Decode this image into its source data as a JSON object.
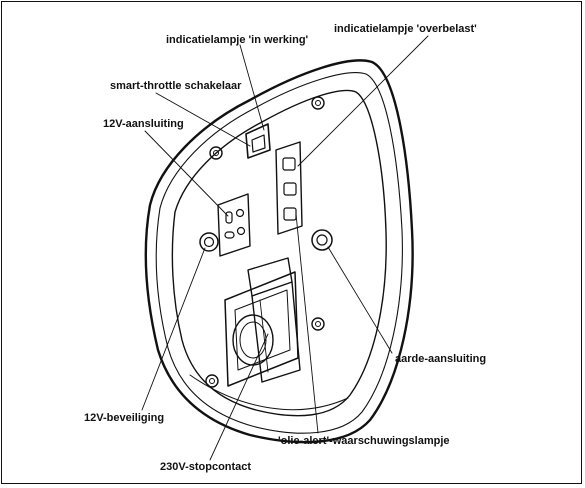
{
  "labels": {
    "indicator_in_operation": "indicatielampje 'in werking'",
    "indicator_overload": "indicatielampje 'overbelast'",
    "smart_throttle_switch": "smart-throttle schakelaar",
    "dc_12v_connection": "12V-aansluiting",
    "earth_connection": "aarde-aansluiting",
    "dc_12v_protection": "12V-beveiliging",
    "oil_alert_lamp": "'olie-alert'-waarschuwingslampje",
    "ac_230v_socket": "230V-stopcontact"
  }
}
